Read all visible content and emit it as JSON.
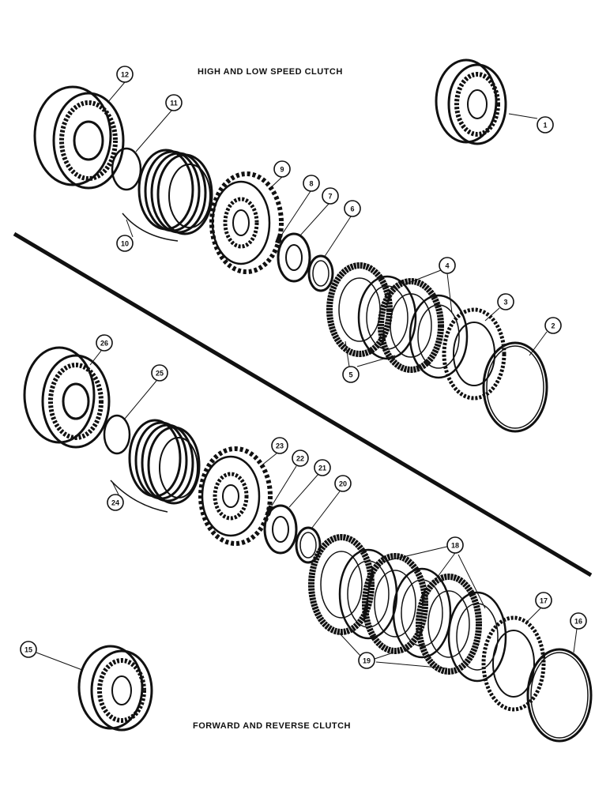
{
  "diagram": {
    "titles": {
      "high_low": "HIGH AND LOW SPEED CLUTCH",
      "forward_reverse": "FORWARD AND REVERSE CLUTCH"
    },
    "callouts": [
      "1",
      "2",
      "3",
      "4",
      "5",
      "6",
      "7",
      "8",
      "9",
      "10",
      "11",
      "12",
      "15",
      "16",
      "17",
      "18",
      "19",
      "20",
      "21",
      "22",
      "23",
      "24",
      "25",
      "26"
    ]
  }
}
